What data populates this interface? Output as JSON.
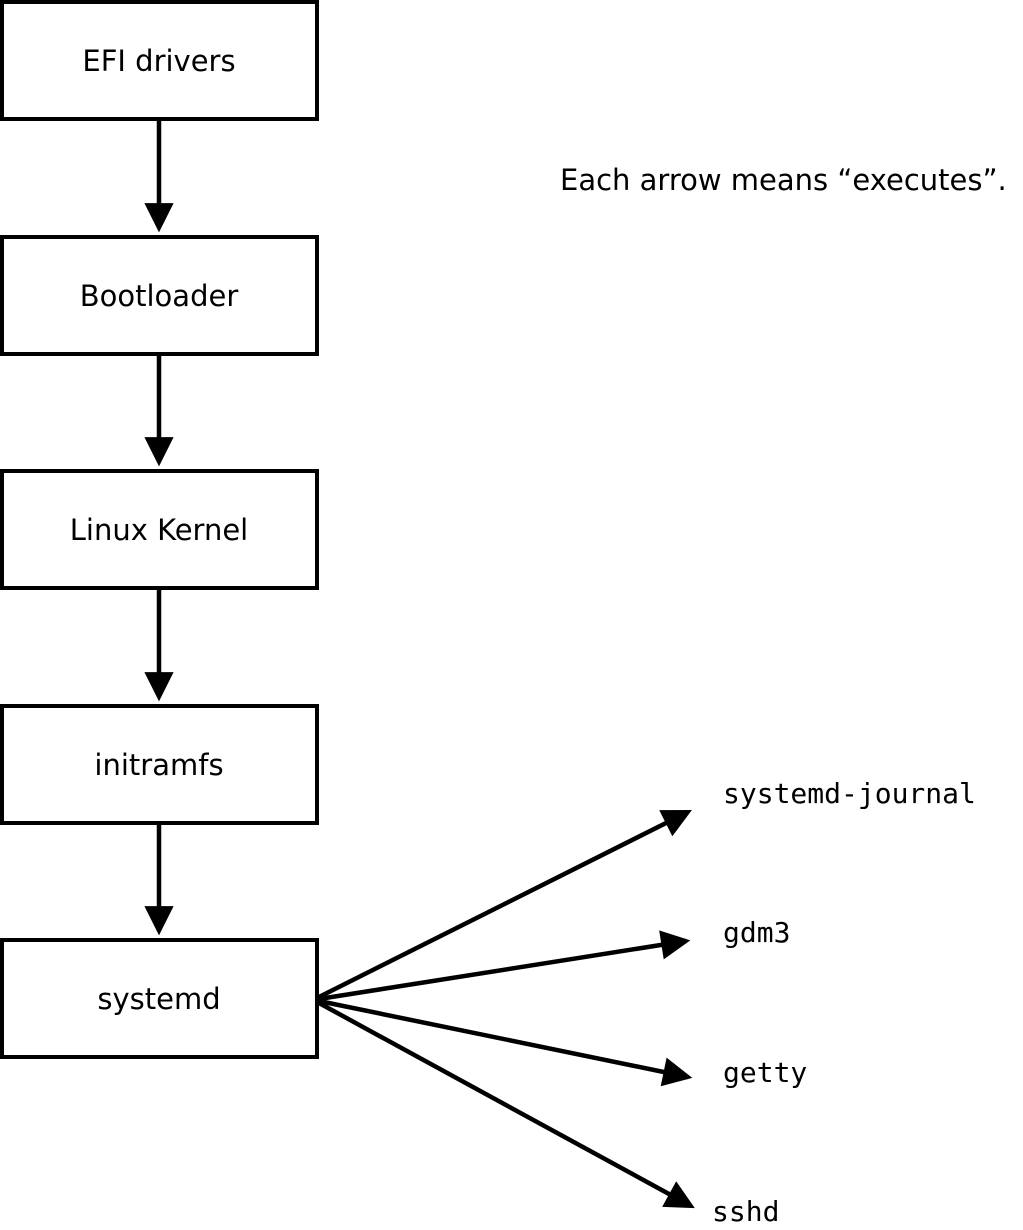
{
  "diagram": {
    "note": "Each arrow means “executes”.",
    "boxes": [
      {
        "id": "efi-drivers",
        "label": "EFI drivers"
      },
      {
        "id": "bootloader",
        "label": "Bootloader"
      },
      {
        "id": "linux-kernel",
        "label": "Linux Kernel"
      },
      {
        "id": "initramfs",
        "label": "initramfs"
      },
      {
        "id": "systemd",
        "label": "systemd"
      }
    ],
    "spawned_services": [
      {
        "id": "systemd-journal",
        "label": "systemd-journal"
      },
      {
        "id": "gdm3",
        "label": "gdm3"
      },
      {
        "id": "getty",
        "label": "getty"
      },
      {
        "id": "sshd",
        "label": "sshd"
      }
    ]
  },
  "colors": {
    "stroke": "#000000",
    "box-fill": "#ffffff",
    "text": "#000000"
  }
}
